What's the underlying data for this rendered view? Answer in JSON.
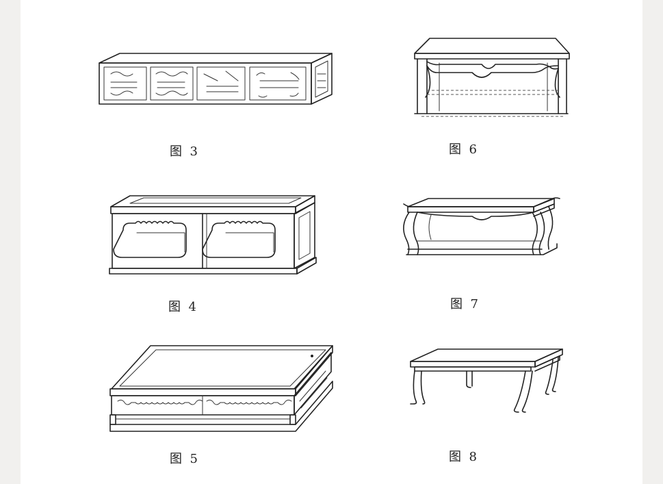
{
  "figures": [
    {
      "id": "fig-3",
      "caption": "图  3"
    },
    {
      "id": "fig-4",
      "caption": "图  4"
    },
    {
      "id": "fig-5",
      "caption": "图  5"
    },
    {
      "id": "fig-6",
      "caption": "图  6"
    },
    {
      "id": "fig-7",
      "caption": "图  7"
    },
    {
      "id": "fig-8",
      "caption": "图  8"
    }
  ]
}
